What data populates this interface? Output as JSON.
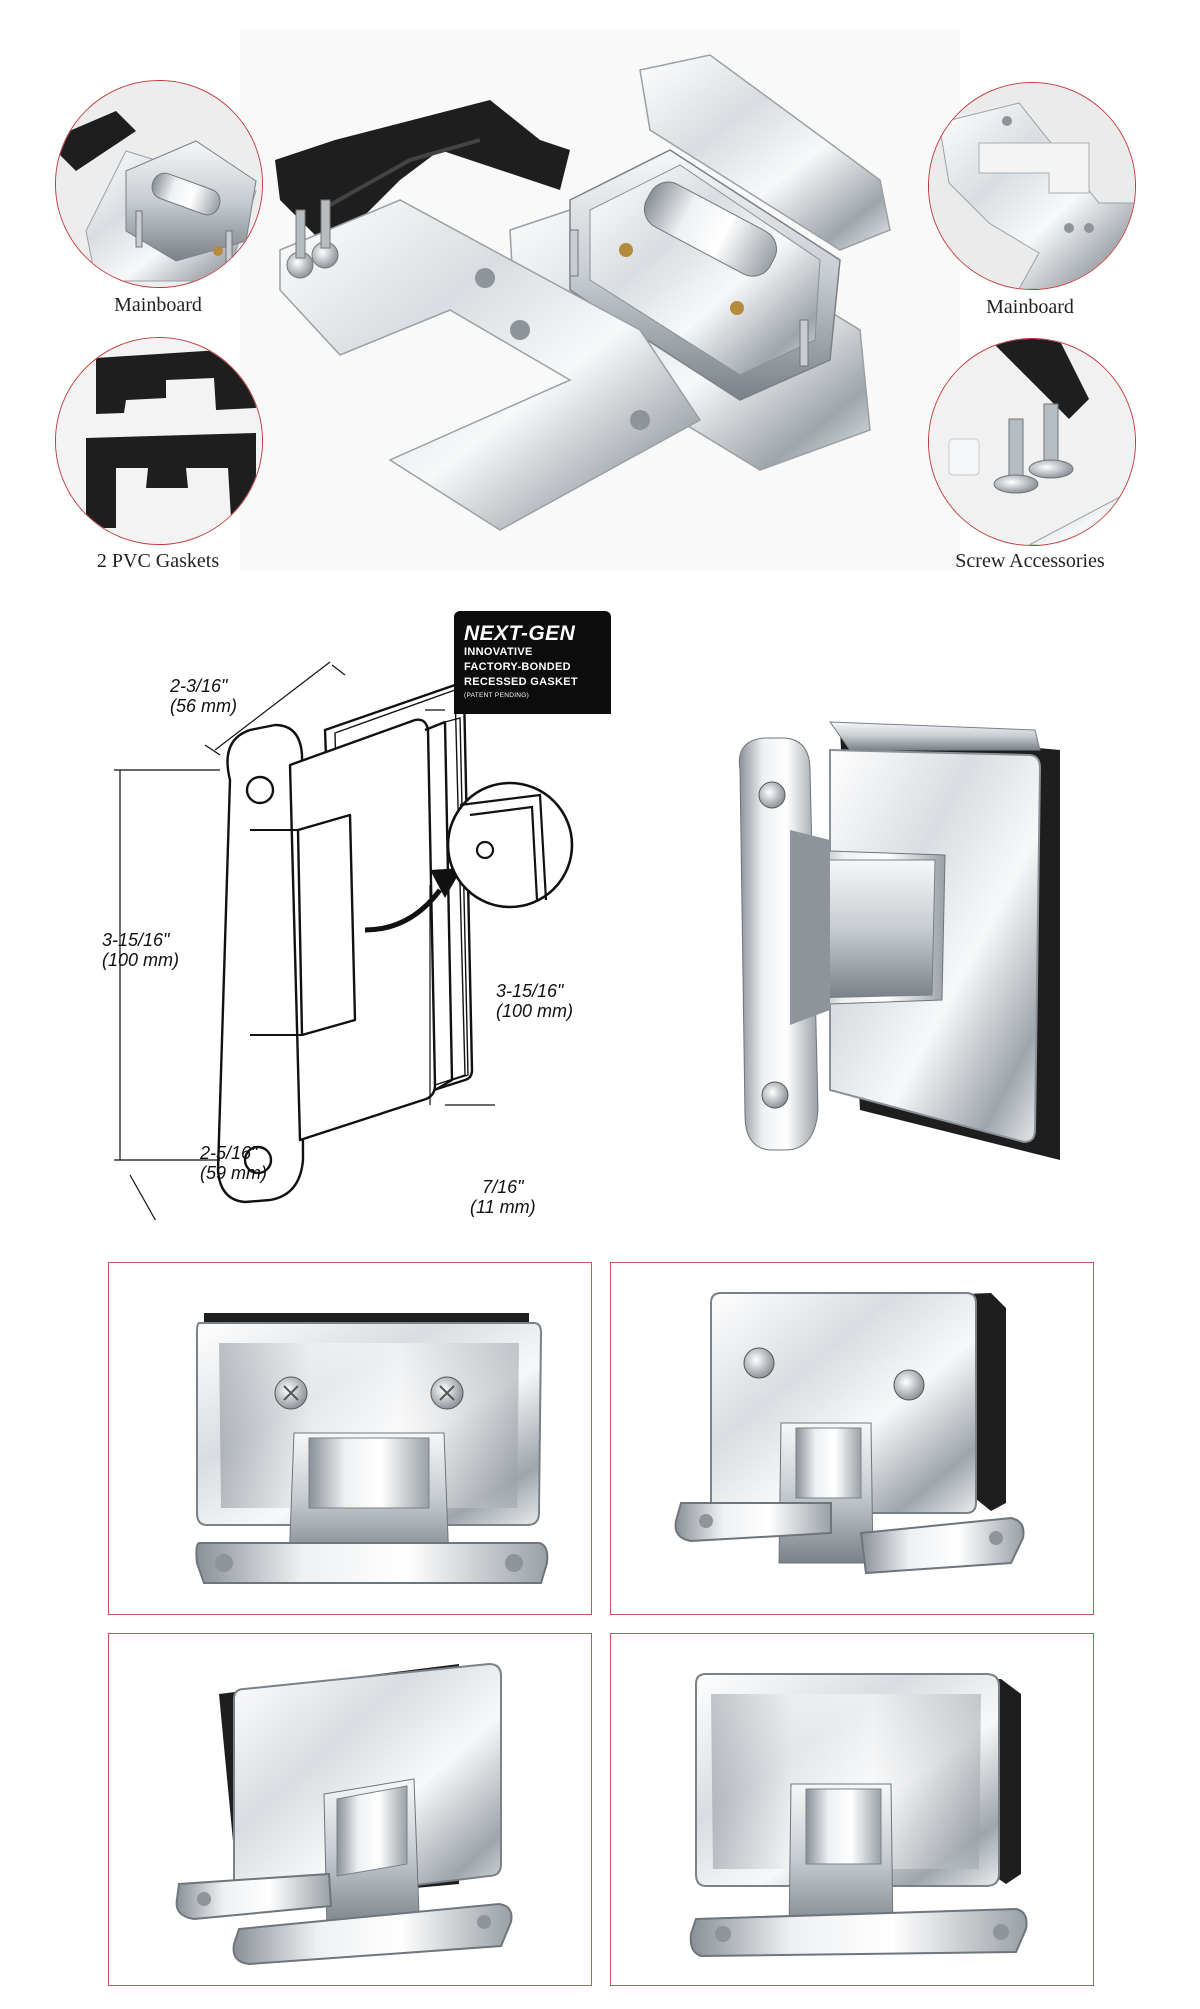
{
  "callouts": {
    "top_left_label": "Mainboard",
    "bottom_left_label": "2 PVC Gaskets",
    "top_right_label": "Mainboard",
    "bottom_right_label": "Screw Accessories"
  },
  "badge": {
    "title": "NEXT-GEN",
    "line1": "INNOVATIVE",
    "line2": "FACTORY-BONDED",
    "line3": "RECESSED GASKET",
    "note": "(PATENT PENDING)"
  },
  "dimensions": {
    "top_width": "2-3/16\"",
    "top_width_mm": "(56 mm)",
    "left_height": "3-15/16\"",
    "left_height_mm": "(100 mm)",
    "right_height": "3-15/16\"",
    "right_height_mm": "(100 mm)",
    "bottom_width": "2-5/16\"",
    "bottom_width_mm": "(59 mm)",
    "depth": "7/16\"",
    "depth_mm": "(11 mm)"
  },
  "colors": {
    "frame_border": "#c45757",
    "callout_border": "#c23b3b",
    "badge_bg": "#0c0c0c",
    "chrome_light": "#f2f4f6",
    "chrome_mid": "#b9bec4",
    "chrome_dark": "#5d636a",
    "gasket": "#1e1e1e"
  },
  "icons": {
    "hinge_photo": "chrome-hinge-icon",
    "mounting_plate": "mounting-plate-icon",
    "gasket": "pvc-gasket-icon",
    "screw": "screw-icon",
    "arrow": "arrow-icon"
  }
}
